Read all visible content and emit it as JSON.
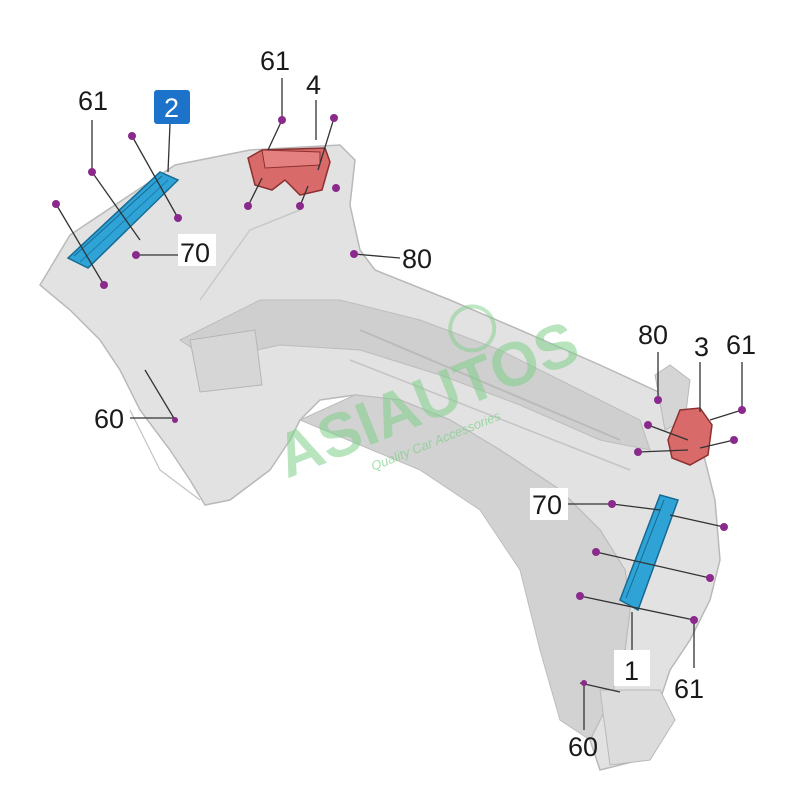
{
  "watermark": {
    "brand": "ASIAUTOS",
    "tagline": "Quality Car Accessories"
  },
  "colors": {
    "bumper": "#dedede",
    "bracket_side": "#2fa3d6",
    "bracket_mount": "#d86a6a",
    "pin": "#8a2a8c",
    "highlight_badge": "#1c73c9"
  },
  "callouts": {
    "c61_top_left": "61",
    "c2_badge": "2",
    "c61_top_center": "61",
    "c4": "4",
    "c70_left": "70",
    "c80_center": "80",
    "c60_left": "60",
    "c80_right": "80",
    "c3": "3",
    "c61_right": "61",
    "c70_right": "70",
    "c1": "1",
    "c61_bottom_right": "61",
    "c60_bottom": "60"
  }
}
